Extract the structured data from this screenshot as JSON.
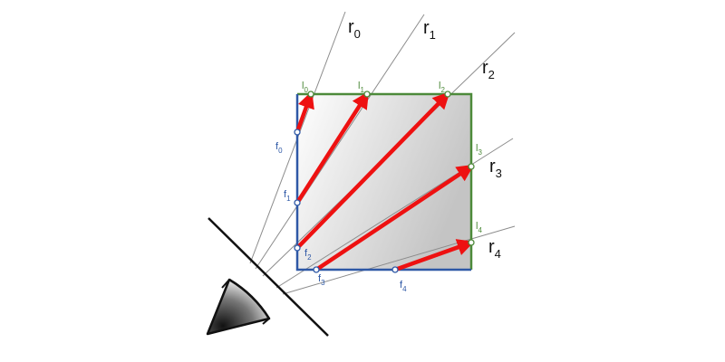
{
  "colors": {
    "ray": "#8c8c8c",
    "front_face": "#2e58a6",
    "back_face": "#4d8a3a",
    "arrow": "#ee1111",
    "ink": "#111111",
    "front_label": "#2e58a6",
    "back_label": "#4d8a3a"
  },
  "rays": [
    {
      "base": "r",
      "sub": "0"
    },
    {
      "base": "r",
      "sub": "1"
    },
    {
      "base": "r",
      "sub": "2"
    },
    {
      "base": "r",
      "sub": "3"
    },
    {
      "base": "r",
      "sub": "4"
    }
  ],
  "entry_points": [
    {
      "base": "f",
      "sub": "0"
    },
    {
      "base": "f",
      "sub": "1"
    },
    {
      "base": "f",
      "sub": "2"
    },
    {
      "base": "f",
      "sub": "3"
    },
    {
      "base": "f",
      "sub": "4"
    }
  ],
  "exit_points": [
    {
      "base": "l",
      "sub": "0"
    },
    {
      "base": "l",
      "sub": "1"
    },
    {
      "base": "l",
      "sub": "2"
    },
    {
      "base": "l",
      "sub": "3"
    },
    {
      "base": "l",
      "sub": "4"
    }
  ],
  "icons": [
    "eye-icon"
  ]
}
